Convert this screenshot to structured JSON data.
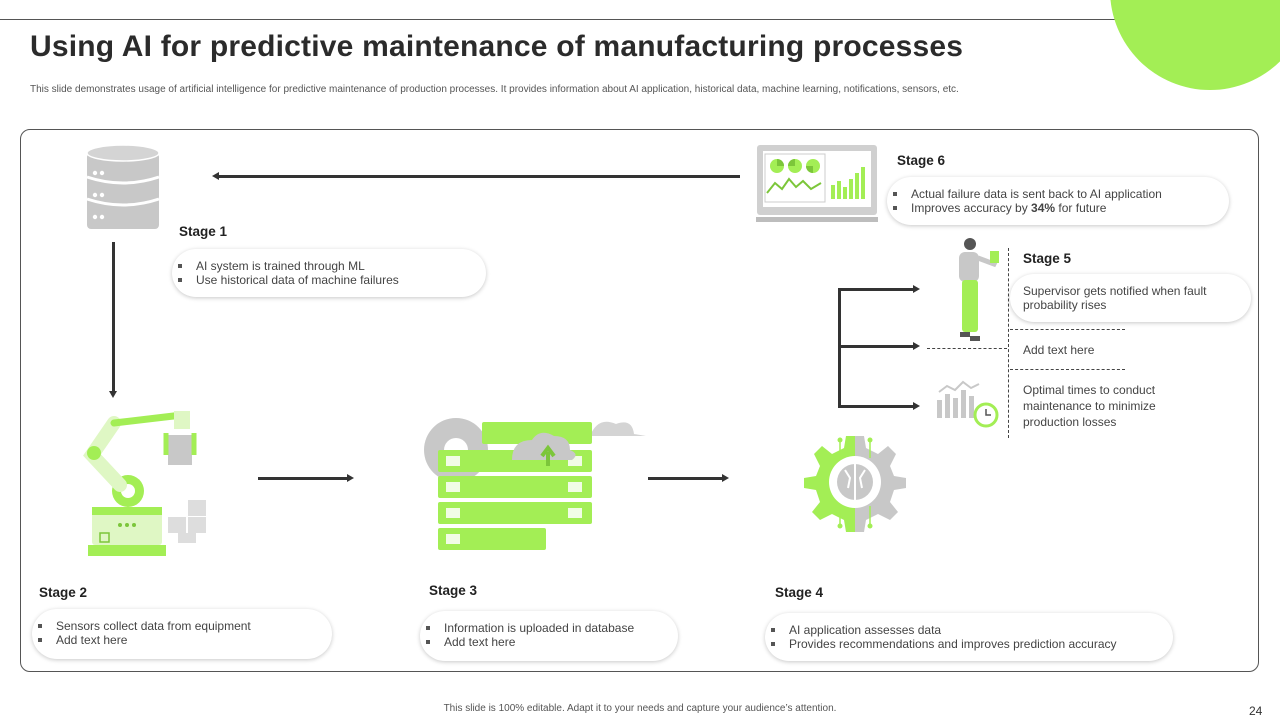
{
  "title": "Using AI for predictive maintenance of manufacturing processes",
  "subtitle": "This slide demonstrates usage of artificial intelligence for predictive maintenance of production processes. It provides information about AI application, historical data, machine learning, notifications, sensors, etc.",
  "colors": {
    "accent": "#a3ee55",
    "icon_grey": "#c8c8c8",
    "line": "#333333"
  },
  "stages": {
    "stage1": {
      "label": "Stage 1",
      "bullets": [
        "AI system is trained through ML",
        "Use historical data of machine failures"
      ],
      "icon": "database-icon"
    },
    "stage2": {
      "label": "Stage 2",
      "bullets": [
        "Sensors collect data from equipment",
        "Add text here"
      ],
      "icon": "robot-arm-icon"
    },
    "stage3": {
      "label": "Stage 3",
      "bullets": [
        "Information is uploaded in database",
        "Add text here"
      ],
      "icon": "cloud-server-icon"
    },
    "stage4": {
      "label": "Stage 4",
      "bullets": [
        "AI application assesses data",
        "Provides recommendations and improves prediction accuracy"
      ],
      "icon": "ai-gear-icon"
    },
    "stage5": {
      "label": "Stage 5",
      "box_text": "Supervisor gets notified when fault probability rises",
      "add_text": "Add text here",
      "optimal_text": "Optimal times to conduct maintenance to minimize production losses",
      "icon": "supervisor-icon",
      "icon2": "analytics-clock-icon"
    },
    "stage6": {
      "label": "Stage 6",
      "bullets": [
        "Actual failure data is sent back to AI application"
      ],
      "accuracy_prefix": "Improves accuracy by ",
      "accuracy_value": "34%",
      "accuracy_suffix": " for future",
      "icon": "monitor-dashboard-icon"
    }
  },
  "footer": "This slide is 100% editable. Adapt it to your needs and capture your audience’s attention.",
  "page_number": "24"
}
